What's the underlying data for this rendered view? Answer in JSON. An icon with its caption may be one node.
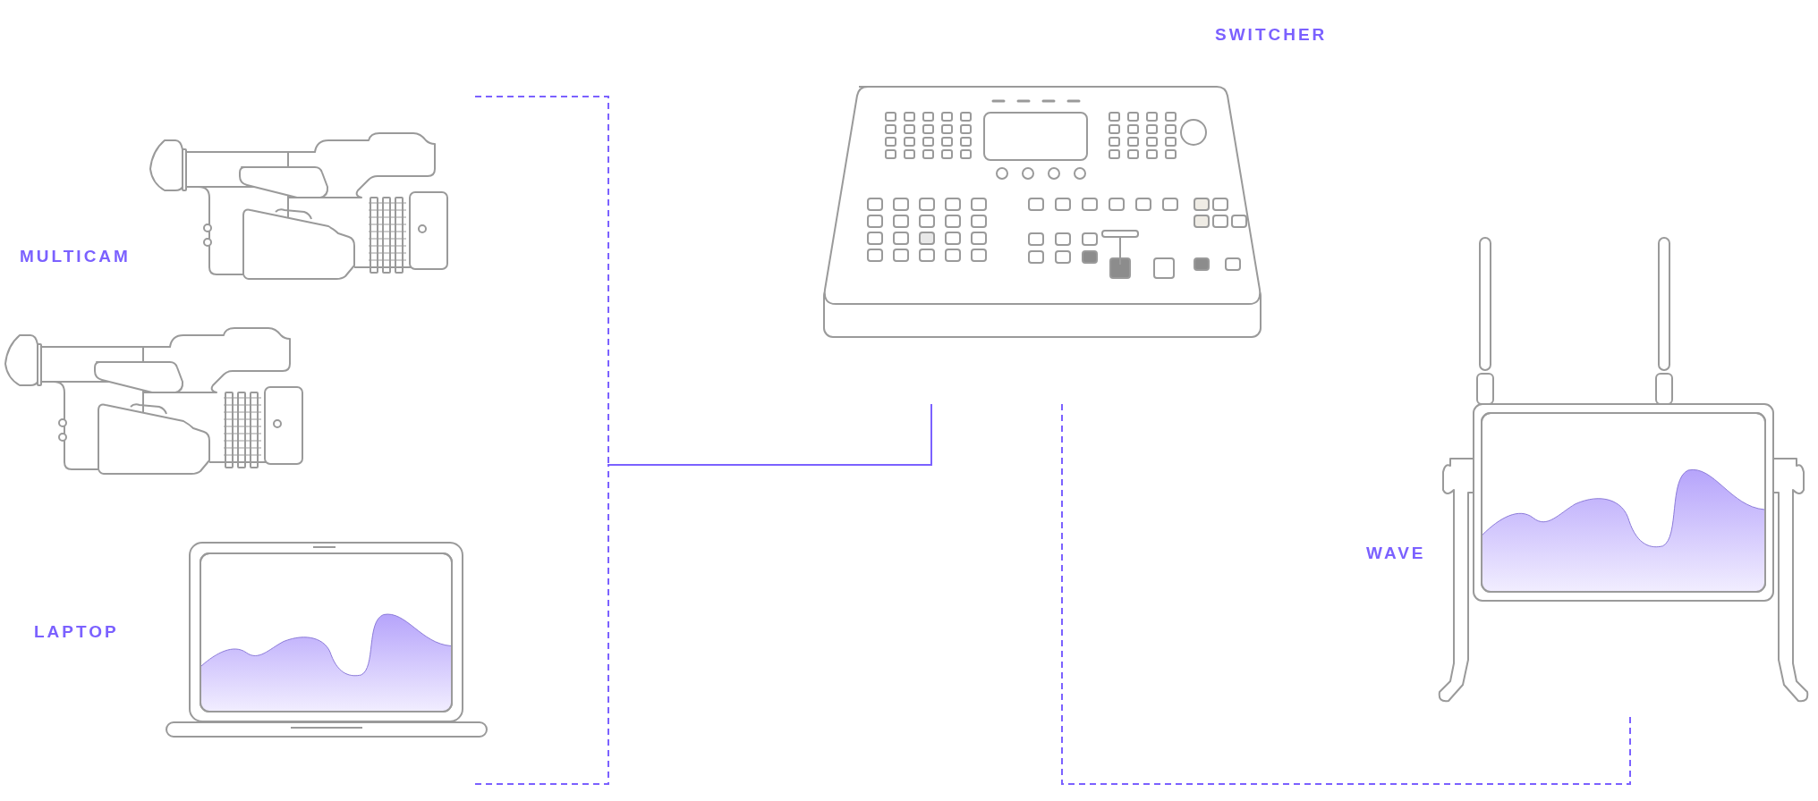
{
  "diagram": {
    "nodes": [
      {
        "text": [
          "SWITCHER"
        ]
      },
      {
        "text": [
          "MULTICAM"
        ]
      },
      {
        "text": [
          "LAPTOP"
        ]
      },
      {
        "text": [
          "WAVE"
        ]
      }
    ],
    "edges": [
      {
        "from": 1,
        "to": 0,
        "arrow": "none",
        "style": "dashed"
      },
      {
        "from": 2,
        "to": 0,
        "arrow": "none",
        "style": "dashed"
      },
      {
        "from": 0,
        "to": 3,
        "arrow": "none",
        "style": "dashed"
      }
    ]
  }
}
